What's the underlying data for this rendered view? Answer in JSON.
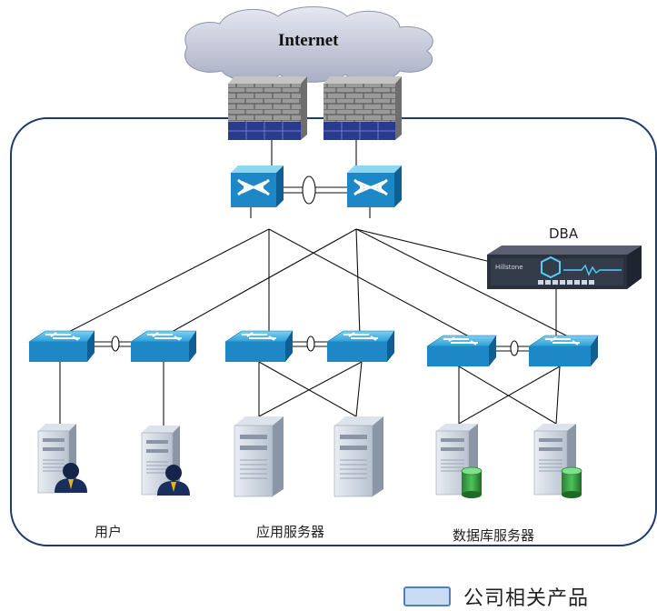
{
  "cloud_label": "Internet",
  "dba_label": "DBA",
  "dba_brand": "Hillstone",
  "groups": {
    "users": "用户",
    "app_servers": "应用服务器",
    "db_servers": "数据库服务器"
  },
  "legend": {
    "label": "公司相关产品",
    "swatch_color": "#c9dcf3"
  },
  "colors": {
    "network_border": "#1f3a6e",
    "switch_blue": "#1e88c7",
    "firewall_gray": "#8a8a8a",
    "db_green": "#2e9e3e",
    "user_navy": "#1a2e5c"
  }
}
